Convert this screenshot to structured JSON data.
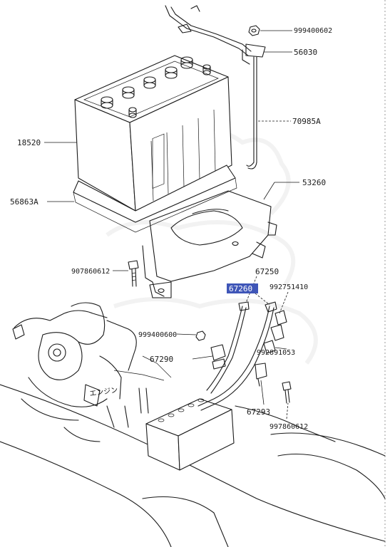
{
  "parts": {
    "p999400602": "999400602",
    "p56030": "56030",
    "p70985A": "70985A",
    "p18520": "18520",
    "p53260": "53260",
    "p56863A": "56863A",
    "p907860612": "907860612",
    "p67250": "67250",
    "p67260": "67260",
    "p992751410": "992751410",
    "p999400600": "999400600",
    "p992891053": "992891053",
    "p67290": "67290",
    "p67293": "67293",
    "p997860612": "997860612"
  },
  "engine_label": "エンジン",
  "colors": {
    "highlight": "#3f56b8",
    "ink": "#1a1a1a"
  }
}
